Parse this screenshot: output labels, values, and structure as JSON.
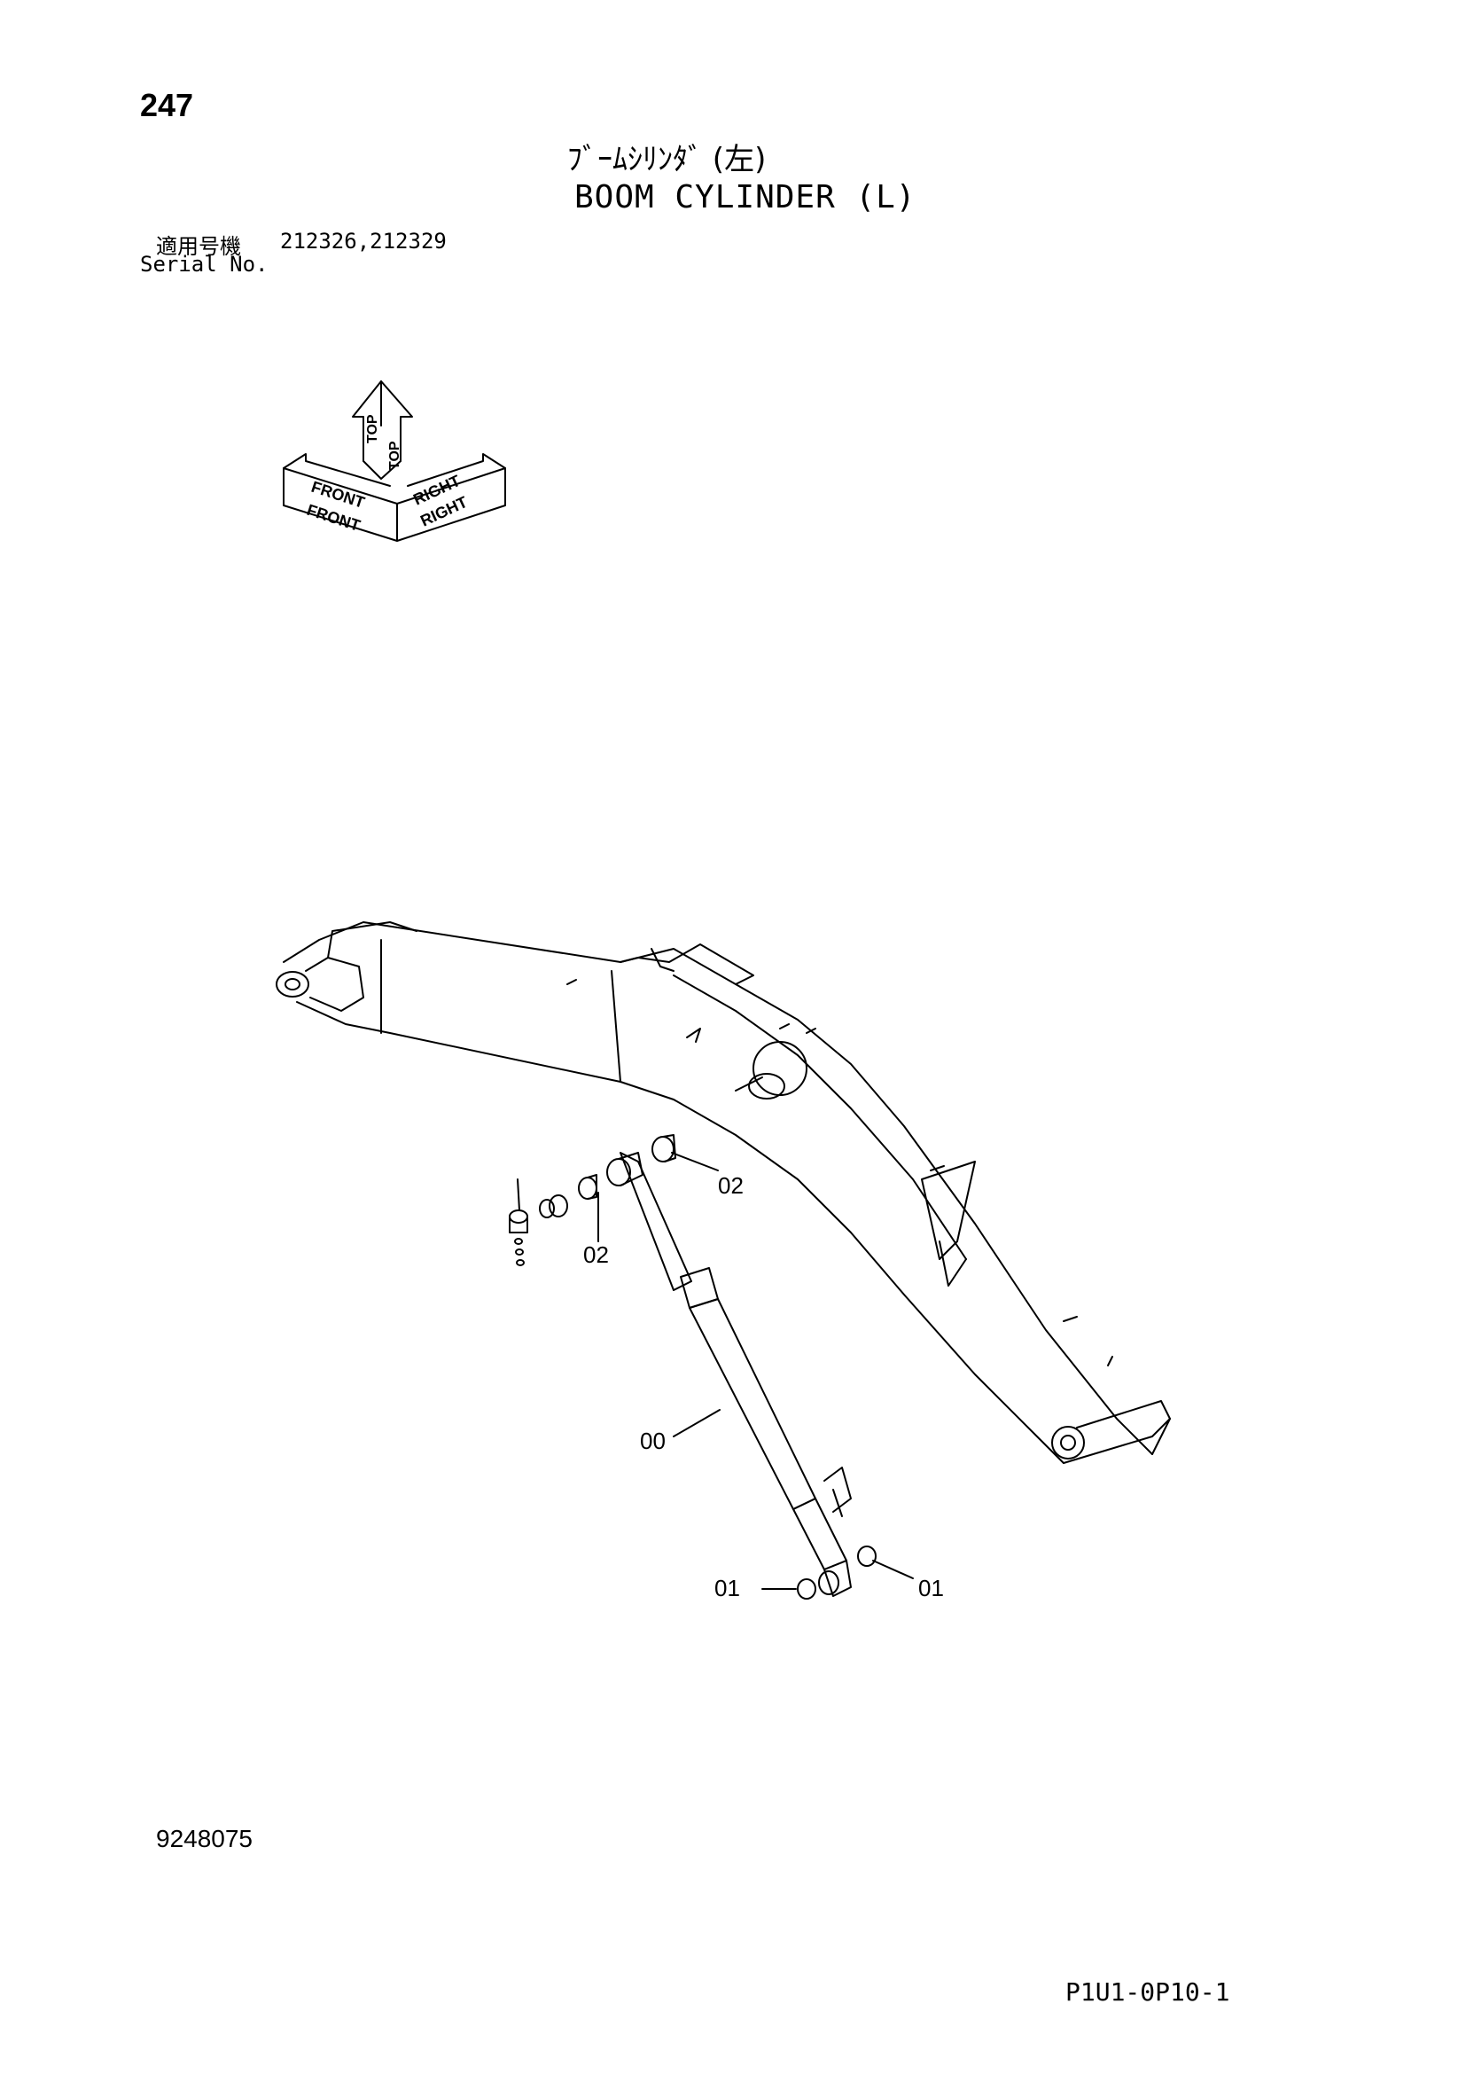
{
  "header": {
    "page_number": "247",
    "title_jp": "ﾌﾞｰﾑｼﾘﾝﾀﾞ (左)",
    "title_en": "BOOM CYLINDER (L)",
    "serial_label_jp": "適用号機",
    "serial_numbers": "212326,212329",
    "serial_label_en": "Serial No."
  },
  "orientation_icon": {
    "top": "TOP",
    "front": "FRONT",
    "right": "RIGHT"
  },
  "callouts": {
    "c00": "00",
    "c01_left": "01",
    "c01_right": "01",
    "c02_left": "02",
    "c02_right": "02"
  },
  "footer": {
    "drawing_number": "9248075",
    "page_code": "P1U1-0P10-1"
  }
}
